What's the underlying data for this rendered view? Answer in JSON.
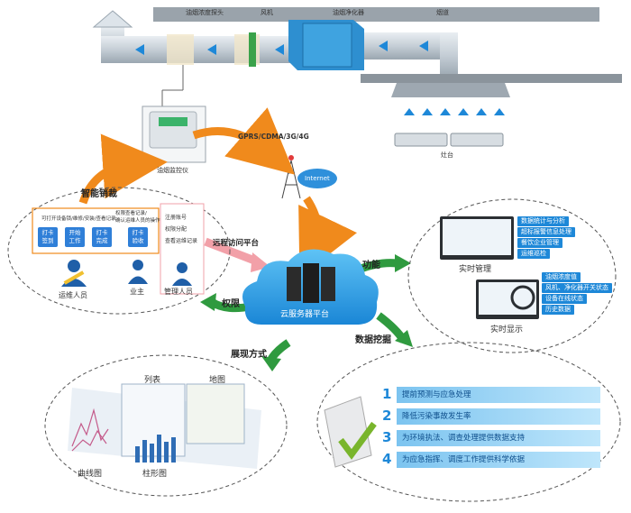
{
  "top_labels": {
    "probe": "油烟浓度探头",
    "fan": "风机",
    "purifier": "油烟净化器",
    "duct": "烟道",
    "stove": "灶台"
  },
  "monitor": {
    "label": "油烟监控仪"
  },
  "network": {
    "gprs": "GPRS/CDMA/3G/4G",
    "internet": "Internet"
  },
  "cloud": {
    "label": "云服务器平台"
  },
  "arrows": {
    "smart_lock": "智能销裁",
    "remote": "远程访问平台",
    "permission": "权限",
    "function": "功能",
    "display": "展现方式",
    "mining": "数据挖掘"
  },
  "left_panel": {
    "note_top": "可打开设备锁/维修/安装/查看记录",
    "note_right_1": "权限查看记录/",
    "note_right_2": "确认运维人员的操作",
    "steps": [
      "打卡\n签到",
      "开始\n工作",
      "打卡\n完成",
      "打卡\n验收"
    ],
    "roles": [
      "运维人员",
      "业主",
      "管理人员"
    ],
    "admin_items": [
      "注册账号",
      "权限分配",
      "查看运维记录"
    ]
  },
  "function_panel": {
    "realtime_mgmt": "实时管理",
    "realtime_show": "实时显示",
    "mgmt_items": [
      "数据统计与分析",
      "超标报警信息处理",
      "餐饮企业管理",
      "运维巡检"
    ],
    "show_items": [
      "油烟浓度值",
      "风机、净化器开关状态",
      "设备在线状态",
      "历史数据"
    ]
  },
  "display_panel": {
    "list": "列表",
    "map": "地图",
    "curve": "曲线图",
    "bar": "柱形图"
  },
  "mining_panel": {
    "items": [
      {
        "num": "1",
        "text": "提前预测与应急处理"
      },
      {
        "num": "2",
        "text": "降低污染事故发生率"
      },
      {
        "num": "3",
        "text": "为环境执法、调查处理提供数据支持"
      },
      {
        "num": "4",
        "text": "为应急指挥、调度工作提供科学依据"
      }
    ]
  },
  "colors": {
    "orange": "#f08a1c",
    "green": "#2f9a3f",
    "pink": "#f2a0a8",
    "blue": "#1e88d8"
  }
}
